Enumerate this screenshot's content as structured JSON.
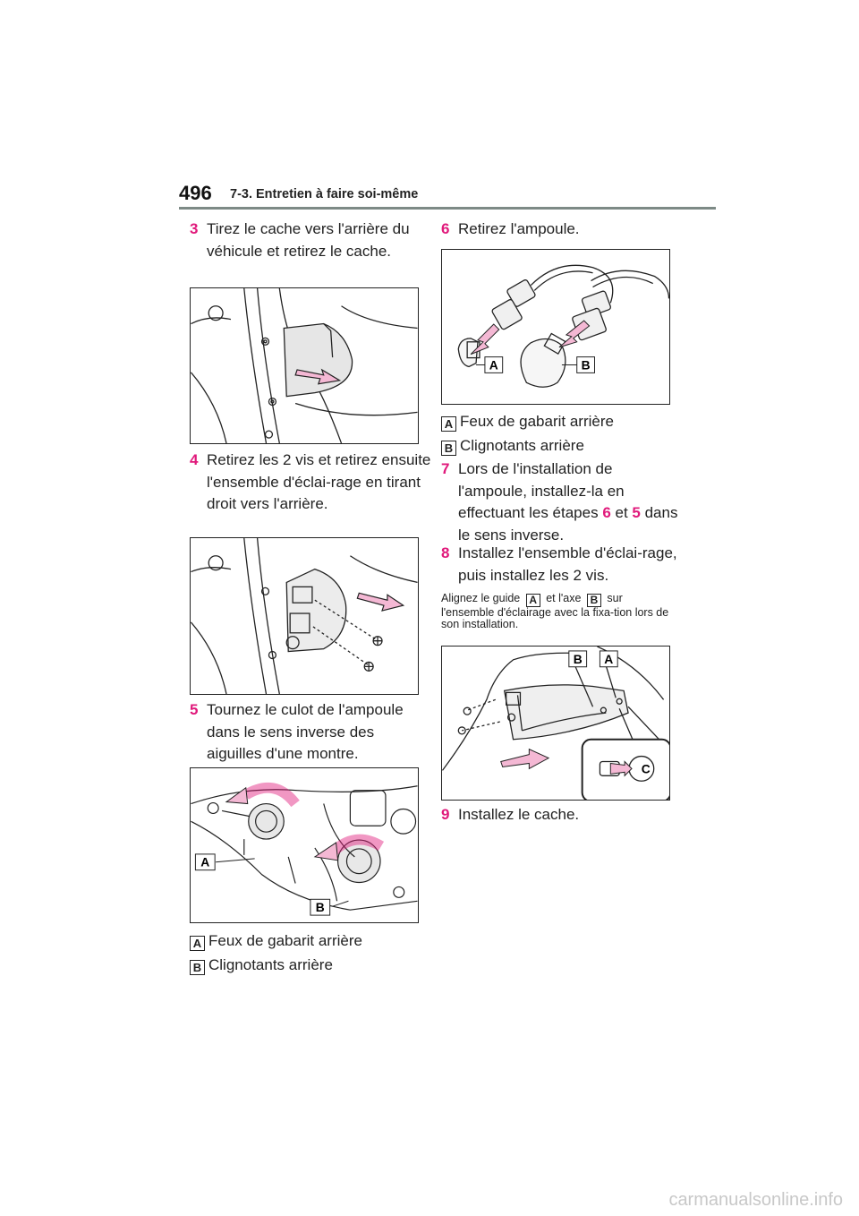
{
  "header": {
    "page_number": "496",
    "section": "7-3. Entretien à faire soi-même"
  },
  "steps": {
    "s3": {
      "num": "3",
      "text": "Tirez le cache vers l'arrière du véhicule et retirez le cache."
    },
    "s4": {
      "num": "4",
      "text": "Retirez les 2 vis et retirez ensuite l'ensemble d'éclai-rage en tirant droit vers l'arrière."
    },
    "s5": {
      "num": "5",
      "text": "Tournez le culot de l'ampoule dans le sens inverse des aiguilles d'une montre."
    },
    "s6": {
      "num": "6",
      "text": "Retirez l'ampoule."
    },
    "s7": {
      "num": "7",
      "text_before": "Lors de l'installation de l'ampoule, installez-la en effectuant les étapes ",
      "ref1": "6",
      "mid": " et ",
      "ref2": "5",
      "text_after": " dans le sens inverse."
    },
    "s8": {
      "num": "8",
      "text": "Installez l'ensemble d'éclai-rage, puis installez les 2 vis."
    },
    "s9": {
      "num": "9",
      "text": "Installez le cache."
    }
  },
  "legend_left": {
    "a_marker": "A",
    "a_text": "Feux de gabarit arrière",
    "b_marker": "B",
    "b_text": "Clignotants arrière"
  },
  "legend_right": {
    "a_marker": "A",
    "a_text": "Feux de gabarit arrière",
    "b_marker": "B",
    "b_text": "Clignotants arrière"
  },
  "note": {
    "part1": "Alignez le guide ",
    "marker_a": "A",
    "part2": " et l'axe ",
    "marker_b": "B",
    "part3": " sur l'ensemble d'éclairage avec la fixa-tion lors de son installation."
  },
  "figure_labels": {
    "fig3_a": "A",
    "fig3_b": "B",
    "fig4_a": "A",
    "fig4_b": "B",
    "fig5_a": "A",
    "fig5_b": "B",
    "fig5_c": "C"
  },
  "footer": {
    "watermark": "carmanualsonline.info"
  },
  "colors": {
    "accent": "#e0197b",
    "arrow_fill": "#f4b8d4",
    "rule": "#7d8a86"
  }
}
